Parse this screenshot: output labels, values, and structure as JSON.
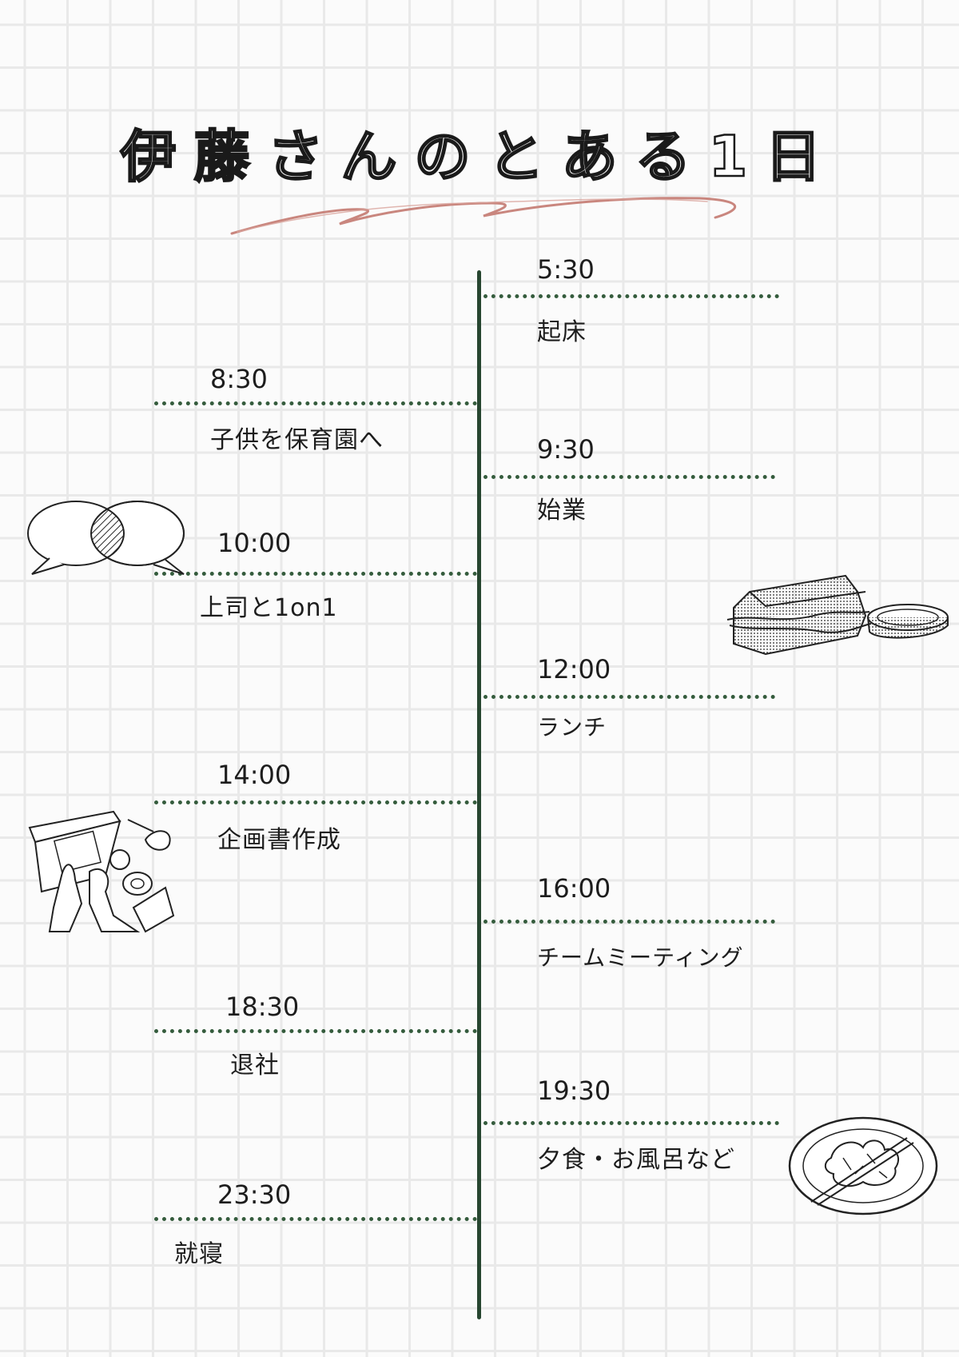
{
  "title": "伊藤さんのとある1日",
  "timeline": {
    "right": [
      {
        "time": "5:30",
        "activity": "起床"
      },
      {
        "time": "9:30",
        "activity": "始業"
      },
      {
        "time": "12:00",
        "activity": "ランチ"
      },
      {
        "time": "16:00",
        "activity": "チームミーティング"
      },
      {
        "time": "19:30",
        "activity": "夕食・お風呂など"
      }
    ],
    "left": [
      {
        "time": "8:30",
        "activity": "子供を保育園へ"
      },
      {
        "time": "10:00",
        "activity": "上司と1on1"
      },
      {
        "time": "14:00",
        "activity": "企画書作成"
      },
      {
        "time": "18:30",
        "activity": "退社"
      },
      {
        "time": "23:30",
        "activity": "就寝"
      }
    ]
  },
  "illustrations": [
    "speech-bubbles",
    "sandwich",
    "laptop-desk",
    "dinner-plate"
  ],
  "colors": {
    "axis": "#274630",
    "dots": "#355c3d",
    "swash": "#c9867e"
  }
}
